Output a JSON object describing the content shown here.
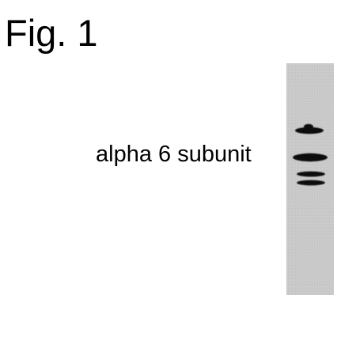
{
  "figure": {
    "title": "Fig. 1",
    "band_label": "alpha 6 subunit"
  },
  "blot": {
    "strip_color": "#c9c9c9",
    "band_color": "#0d0d0d",
    "band_count": 4
  }
}
